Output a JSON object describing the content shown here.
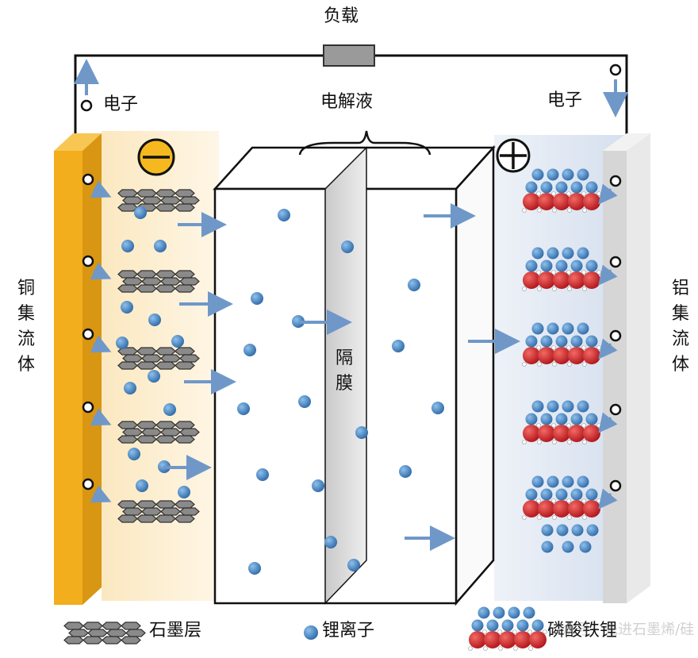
{
  "labels": {
    "load": "负载",
    "electron_left": "电子",
    "electron_right": "电子",
    "electrolyte": "电解液",
    "separator": "隔膜",
    "copper_collector": "铜集流体",
    "aluminum_collector": "铝集流体"
  },
  "legend": {
    "graphite": "石墨层",
    "lithium_ion": "锂离子",
    "lfp": "磷酸铁锂"
  },
  "watermark": "公众号 · 先进石墨烯/硅",
  "colors": {
    "copper": "#f2ae1d",
    "anode_bg": "#fcefd2",
    "cathode_bg": "#dfe7f3",
    "lithium_ion": "#3f7fbf",
    "lfp": "#cf1f25",
    "arrow": "#6f98c8",
    "graphite": "#7a7a7a"
  },
  "symbols": {
    "anode": "negative-sign",
    "cathode": "positive-sign"
  }
}
